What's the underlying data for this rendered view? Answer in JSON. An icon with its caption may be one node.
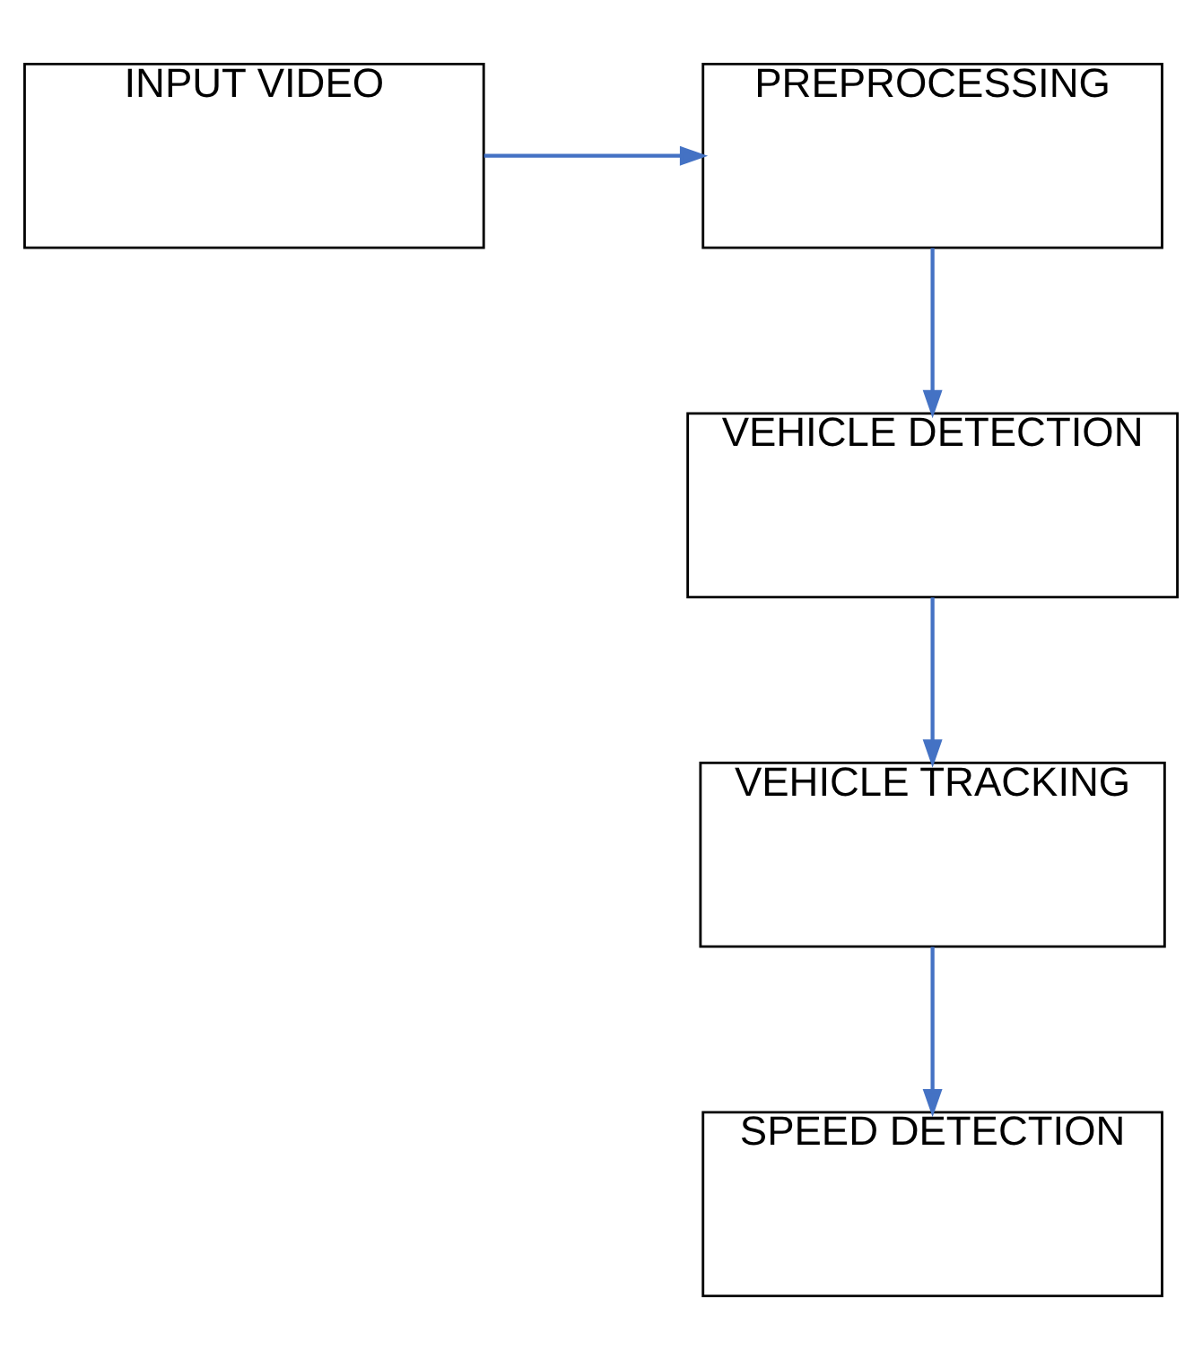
{
  "diagram": {
    "nodes": [
      {
        "text": [
          "INPUT VIDEO"
        ]
      },
      {
        "text": [
          "PREPROCESSING"
        ]
      },
      {
        "text": [
          "VEHICLE DETECTION"
        ]
      },
      {
        "text": [
          "VEHICLE TRACKING"
        ]
      },
      {
        "text": [
          "SPEED DETECTION"
        ]
      }
    ],
    "edges": [
      {
        "from": 0,
        "to": 1,
        "arrow": "to"
      },
      {
        "from": 1,
        "to": 2,
        "arrow": "to"
      },
      {
        "from": 2,
        "to": 3,
        "arrow": "to"
      },
      {
        "from": 3,
        "to": 4,
        "arrow": "to"
      }
    ]
  }
}
